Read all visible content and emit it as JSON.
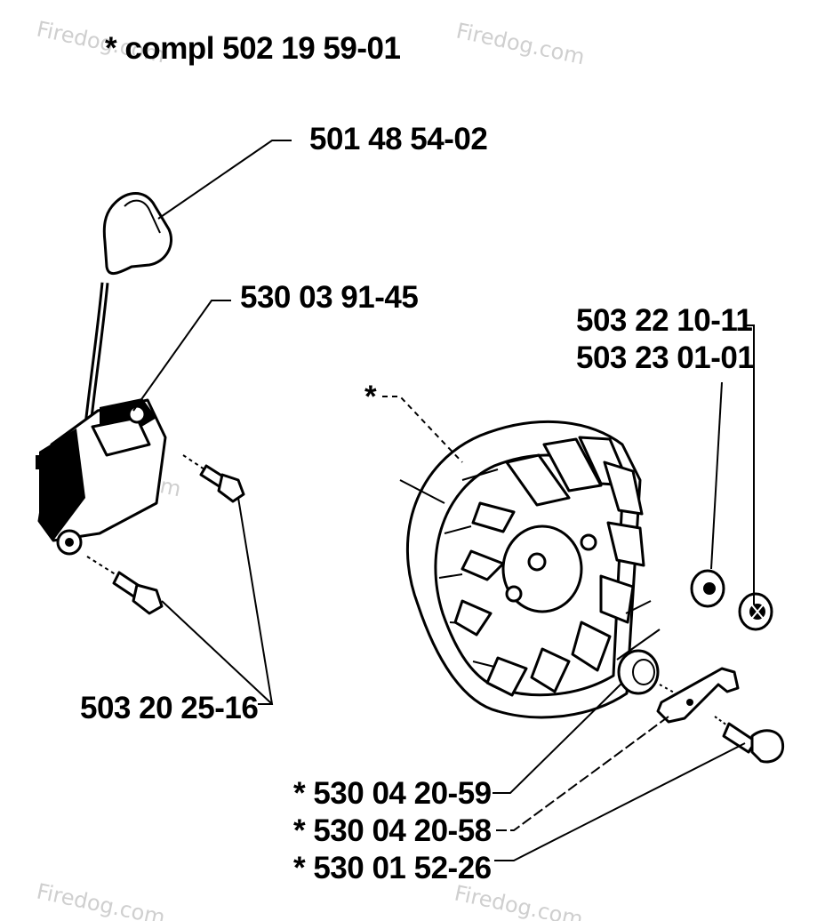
{
  "watermark": "Firedog.com",
  "header_note": "*  compl 502 19 59-01",
  "labels": {
    "spark_plug_cap": "501 48 54-02",
    "ignition_module": "530 03 91-45",
    "nut_a": "503 22 10-11",
    "nut_b": "503 23 01-01",
    "flywheel_star": "*",
    "screws": "503 20 25-16",
    "washer": "*  530 04 20-59",
    "pawl": "*  530 04 20-58",
    "pawl_screw": "*  530 01 52-26"
  }
}
